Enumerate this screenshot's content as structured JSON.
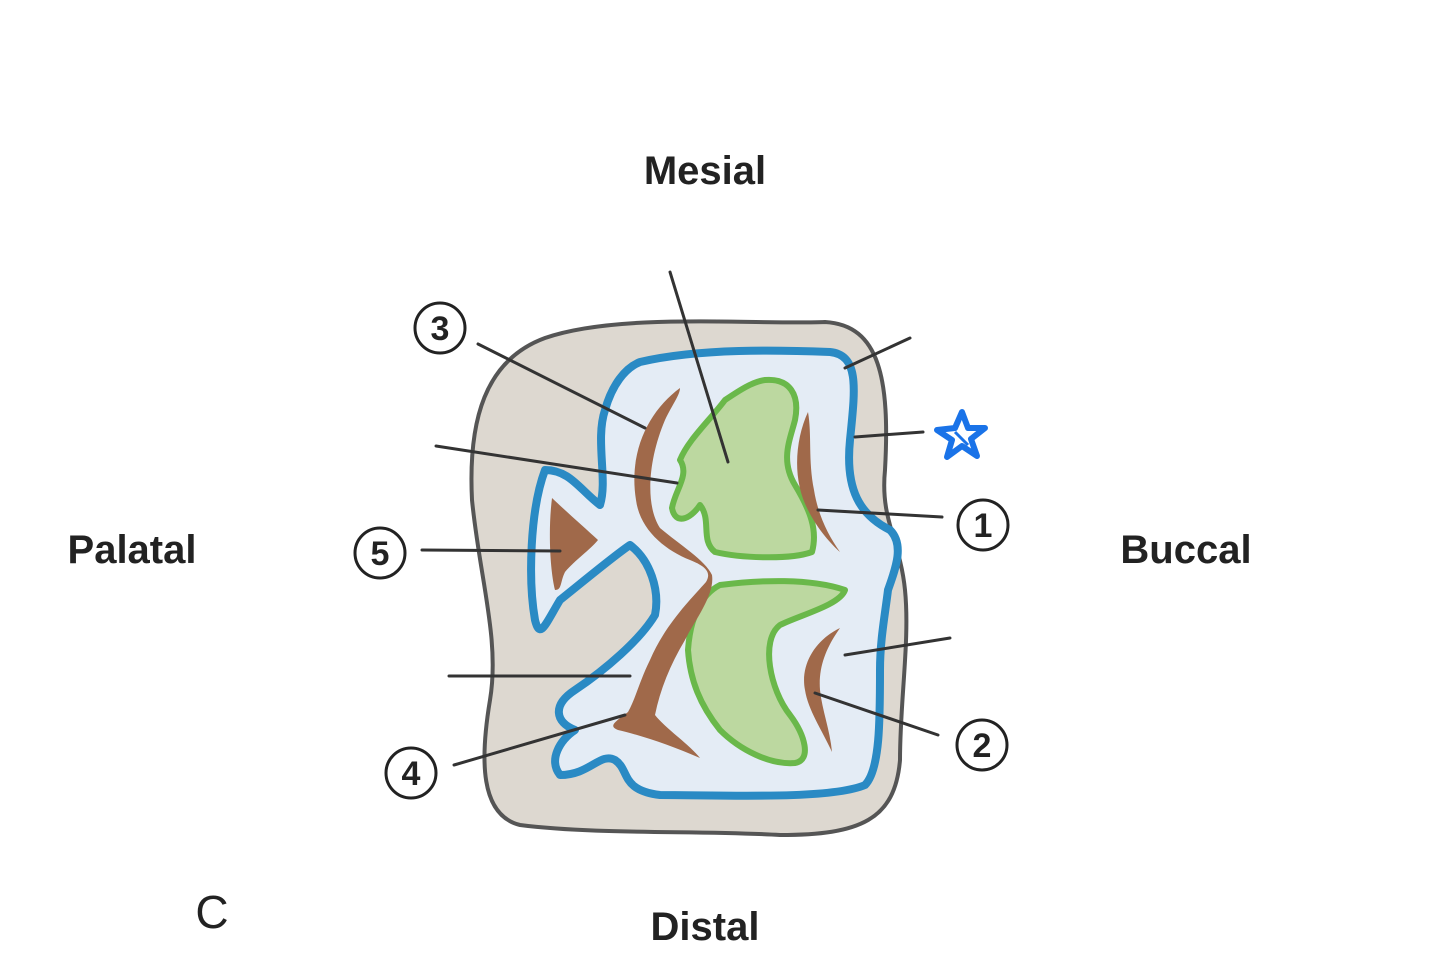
{
  "orientation": {
    "mesial": "Mesial",
    "distal": "Distal",
    "palatal": "Palatal",
    "buccal": "Buccal"
  },
  "panel_letter": "C",
  "callouts": [
    "1",
    "2",
    "3",
    "4",
    "5"
  ],
  "colors": {
    "enamel": "#ddd8d0",
    "outline": "#555555",
    "blue_contour": "#2a8ac4",
    "inner_fill": "#e4ecf5",
    "green_fill": "#bcd8a0",
    "green_outline": "#6ab84a",
    "brown_ridge": "#a0694a",
    "star_marker": "#1a73e8"
  },
  "icons": {
    "marker": "star-icon"
  }
}
